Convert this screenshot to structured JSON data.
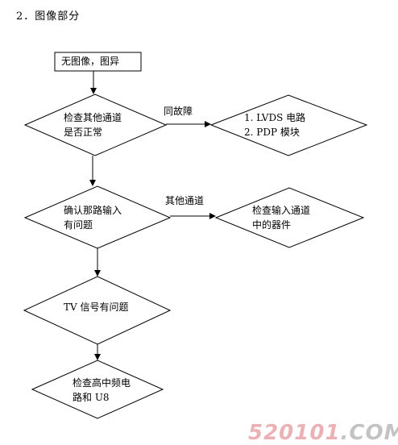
{
  "heading": "2．图像部分",
  "nodes": {
    "start": "无图像，图异",
    "check_other_channels": [
      "检查其他通道",
      "是否正常"
    ],
    "same_fault_result": [
      "1.  LVDS 电路",
      "2.  PDP 模块"
    ],
    "confirm_channel": [
      "确认那路输入",
      "有问题"
    ],
    "check_input_channel": [
      "检查输入通道",
      "中的器件"
    ],
    "tv_signal": "TV 信号有问题",
    "check_if": [
      "检查高中频电",
      "路和 U8"
    ]
  },
  "edge_labels": {
    "same_fault": "同故障",
    "other_channel": "其他通道"
  },
  "watermark": {
    "text_main": "520101",
    "text_suffix": ".COM",
    "color": "#c9222b"
  }
}
